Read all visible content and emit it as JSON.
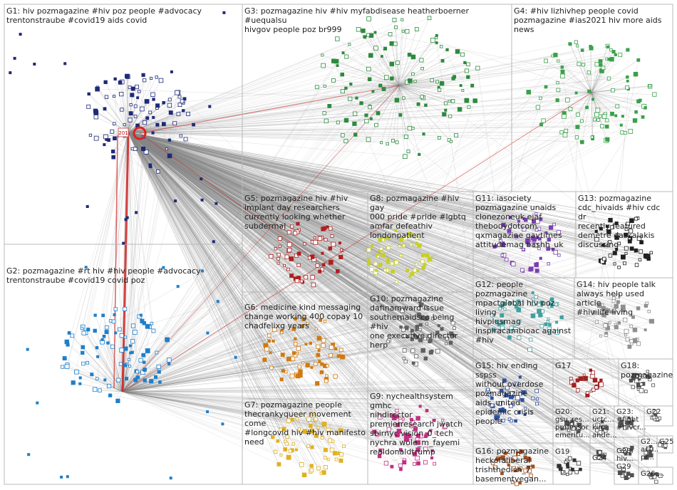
{
  "graph": {
    "groups": [
      {
        "id": "G1",
        "lines": [
          "G1: hiv pozmagazine #hiv poz people #advocacy",
          "trentonstraube #covid19 aids covid"
        ],
        "color": "#1e2a78"
      },
      {
        "id": "G2",
        "lines": [
          "G2: pozmagazine #rt hiv #hiv people #advocacy",
          "trentonstraube #covid19 covid poz"
        ],
        "color": "#1f7fc9"
      },
      {
        "id": "G3",
        "lines": [
          "G3: pozmagazine hiv #hiv myfabdisease heatherboerner #uequalsu",
          "hivgov people poz br999"
        ],
        "color": "#2d8a3e"
      },
      {
        "id": "G4",
        "lines": [
          "G4: #hiv lizhivhep people covid",
          "pozmagazine #ias2021 hiv more aids",
          "news"
        ],
        "color": "#3aa04a"
      },
      {
        "id": "G5",
        "lines": [
          "G5: pozmagazine hiv #hiv",
          "implant day researchers",
          "currently looking whether",
          "subdermal"
        ],
        "color": "#b02020"
      },
      {
        "id": "G6",
        "lines": [
          "G6: medicine kind messaging",
          "change working 400 copay 10",
          "chadfelixg years"
        ],
        "color": "#d07a10"
      },
      {
        "id": "G7",
        "lines": [
          "G7: pozmagazine people",
          "thecrankyqueer movement come",
          "#longcovid hiv #hiv manifesto",
          "need"
        ],
        "color": "#e0b020"
      },
      {
        "id": "G8",
        "lines": [
          "G8: pozmagazine #hiv gay",
          "000 pride #pride #lgbtq",
          "amfar defeathiv",
          "londonpatient"
        ],
        "color": "#c8d020"
      },
      {
        "id": "G9",
        "lines": [
          "G9: nychealthsystem gmhc",
          "nihdirector",
          "premierresearch jwatch",
          "sbirnyc vision_0_tech",
          "nychra wole_m_fayemi",
          "realdonaldtrump"
        ],
        "color": "#c03080"
      },
      {
        "id": "G10",
        "lines": [
          "G10: pozmagazine",
          "dafinamward issue",
          "southernaidsco being #hiv",
          "one executive director herp"
        ],
        "color": "#606060"
      },
      {
        "id": "G11",
        "lines": [
          "G11: iasociety",
          "pozmagazine unaids",
          "clonezoneuk ejaf",
          "thebodydotcom",
          "qxmagazine gaytimes",
          "attitudemag bashh_uk"
        ],
        "color": "#7a3fb0"
      },
      {
        "id": "G12",
        "lines": [
          "G12: people pozmagazine",
          "mpactglobal hiv poz living",
          "hivplusmag",
          "inspiracambioac against",
          "#hiv"
        ],
        "color": "#40a0a0"
      },
      {
        "id": "G13",
        "lines": [
          "G13: pozmagazine",
          "cdc_hivaids #hiv cdc dr",
          "recently featured",
          "demetre daskalakis",
          "discussing"
        ],
        "color": "#202020"
      },
      {
        "id": "G14",
        "lines": [
          "G14: hiv people talk",
          "always help used article",
          "#hiv life living"
        ],
        "color": "#909090"
      },
      {
        "id": "G15",
        "lines": [
          "G15: hiv ending sspss",
          "without overdose",
          "pozmagazine",
          "aids_united",
          "epidemic crisis",
          "people"
        ],
        "color": "#3050a0"
      },
      {
        "id": "G16",
        "lines": [
          "G16: pozmagazine",
          "heckofaliberal",
          "trishthedish_7",
          "basementvegan..."
        ],
        "color": "#a05020"
      },
      {
        "id": "G17",
        "lines": [
          "G17"
        ],
        "color": "#a02020"
      },
      {
        "id": "G18",
        "lines": [
          "G18:",
          "pozmagazine"
        ],
        "color": "#505050"
      },
      {
        "id": "G19",
        "lines": [
          "G19"
        ],
        "color": "#303030"
      },
      {
        "id": "G20",
        "lines": [
          "G20:",
          "gsu_res...",
          "professor",
          "emeritu..."
        ],
        "color": "#505050"
      },
      {
        "id": "G21",
        "lines": [
          "G21:",
          "uctc...",
          "kim",
          "ande..."
        ],
        "color": "#505050"
      },
      {
        "id": "G22",
        "lines": [
          "G22"
        ],
        "color": "#505050"
      },
      {
        "id": "G23",
        "lines": [
          "G23:",
          "#fight",
          "#hivcr..."
        ],
        "color": "#505050"
      },
      {
        "id": "G24",
        "lines": [
          "G24"
        ],
        "color": "#505050"
      },
      {
        "id": "G25",
        "lines": [
          "G25"
        ],
        "color": "#505050"
      },
      {
        "id": "G26",
        "lines": [
          "G26:..."
        ],
        "color": "#505050"
      },
      {
        "id": "G27",
        "lines": [
          "G2...",
          "act...",
          "pr..."
        ],
        "color": "#505050"
      },
      {
        "id": "G28",
        "lines": [
          "G28:",
          "hiv..."
        ],
        "color": "#505050"
      },
      {
        "id": "G29",
        "lines": [
          "G29"
        ],
        "color": "#505050"
      }
    ],
    "hub_label": "201",
    "edge_color": "#8a8a8a",
    "highlight_edge_color": "#d02020",
    "border_color": "#b8b8b8"
  }
}
